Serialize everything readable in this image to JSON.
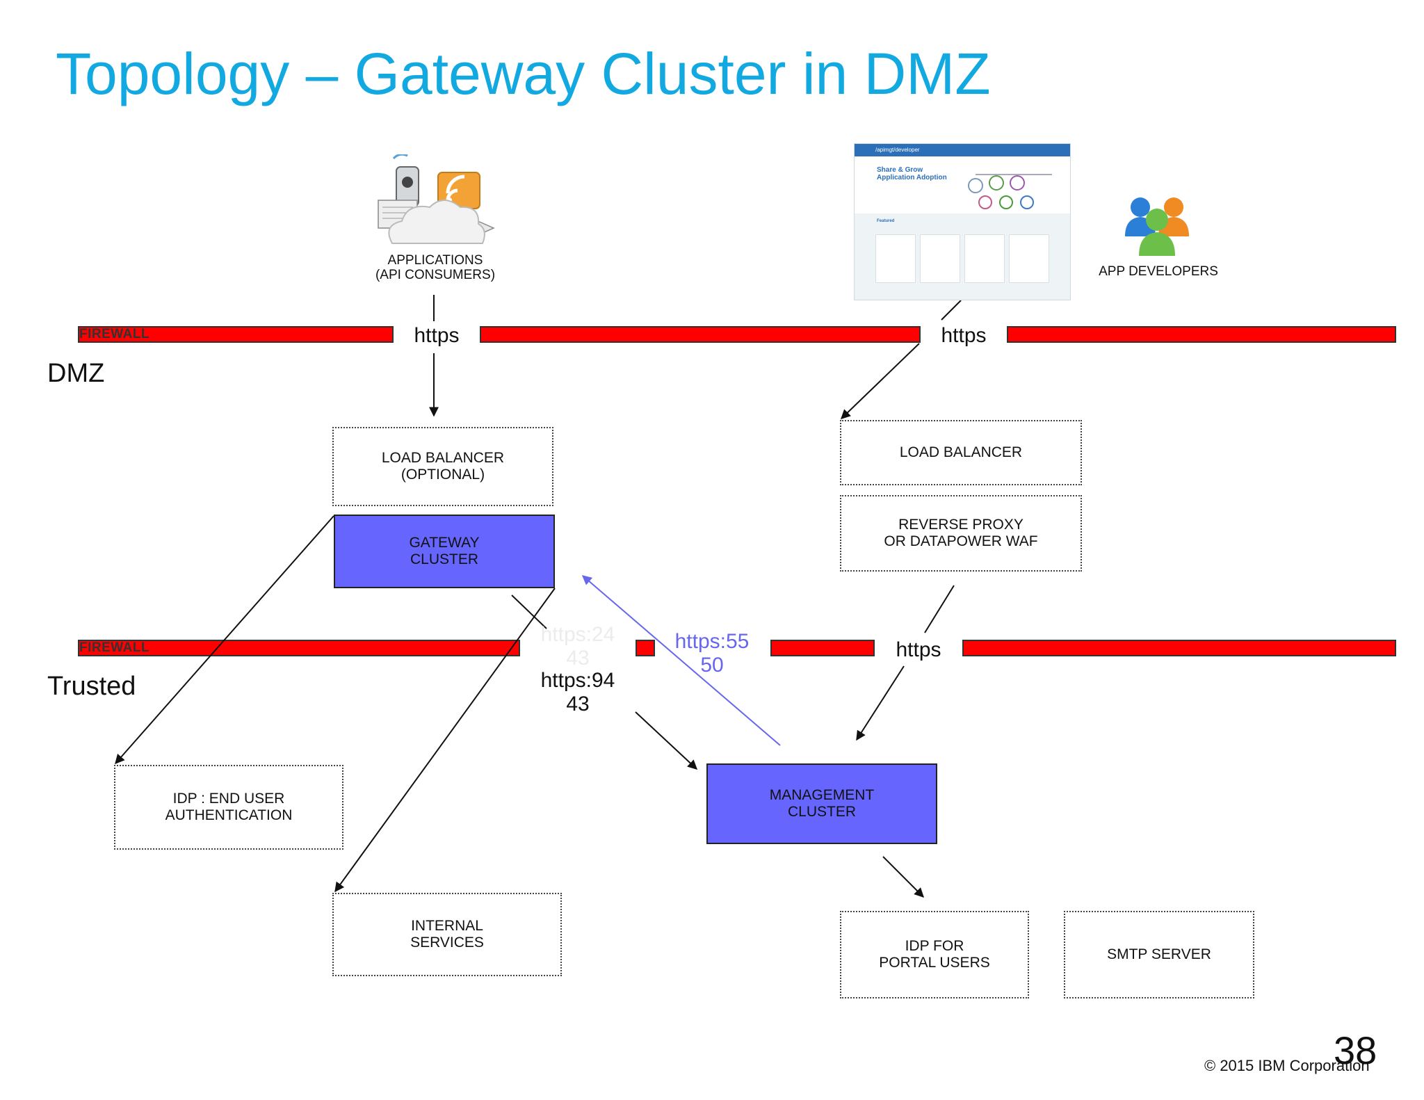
{
  "title": "Topology – Gateway Cluster in DMZ",
  "zones": {
    "dmz": "DMZ",
    "trusted": "Trusted"
  },
  "firewall": {
    "top_label": "FIREWALL",
    "bottom_label": "FIREWALL",
    "color": "#ff0000"
  },
  "consumers": {
    "label": "APPLICATIONS\n(API CONSUMERS)",
    "icon": "cloud-devices-icon"
  },
  "developers": {
    "label": "APP DEVELOPERS",
    "icon": "users-group-icon"
  },
  "portal": {
    "icon": "developer-portal-screenshot",
    "top_bar": "/apimgt/developer",
    "headline": "Share & Grow\nApplication Adoption",
    "features_label": "Featured"
  },
  "links": {
    "consumer_https": "https",
    "developer_https": "https",
    "mgmt_https": "https",
    "faded_port": "https:24\n43",
    "gateway_to_mgmt": "https:94\n43",
    "mgmt_to_gateway": "https:55\n50"
  },
  "boxes": {
    "lb_optional": "LOAD BALANCER\n(OPTIONAL)",
    "gateway_cluster": "GATEWAY\nCLUSTER",
    "lb_portal": "LOAD BALANCER",
    "reverse_proxy": "REVERSE PROXY\nOR DATAPOWER WAF",
    "idp_end_user": "IDP : END USER\nAUTHENTICATION",
    "internal_services": "INTERNAL\nSERVICES",
    "management_cluster": "MANAGEMENT\nCLUSTER",
    "idp_portal": "IDP FOR\nPORTAL USERS",
    "smtp": "SMTP SERVER"
  },
  "colors": {
    "title": "#12a9e1",
    "cluster_fill": "#6666ff",
    "mgmt_link": "#6666ee"
  },
  "footer": {
    "page_number": "38",
    "copyright": "© 2015 IBM Corporation"
  }
}
